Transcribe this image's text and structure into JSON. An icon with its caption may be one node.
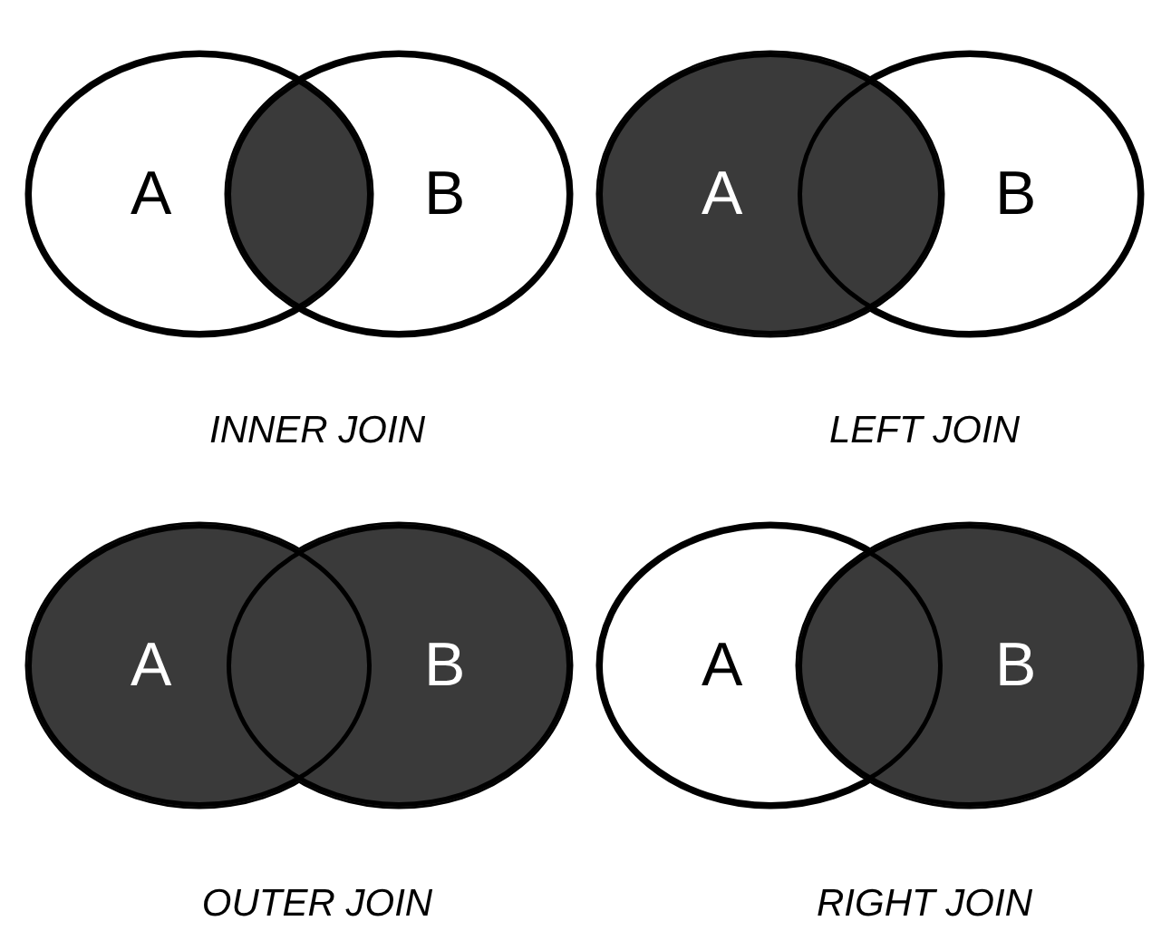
{
  "diagram": {
    "nodes": [
      {
        "text": [
          "A"
        ]
      },
      {
        "text": [
          "B"
        ]
      },
      {
        "text": [
          "A"
        ]
      },
      {
        "text": [
          "B"
        ]
      },
      {
        "text": [
          "A"
        ]
      },
      {
        "text": [
          "B"
        ]
      },
      {
        "text": [
          "A"
        ]
      },
      {
        "text": [
          "B"
        ]
      }
    ],
    "labels": [
      "INNER JOIN",
      "LEFT JOIN",
      "OUTER JOIN",
      "RIGHT JOIN"
    ]
  }
}
